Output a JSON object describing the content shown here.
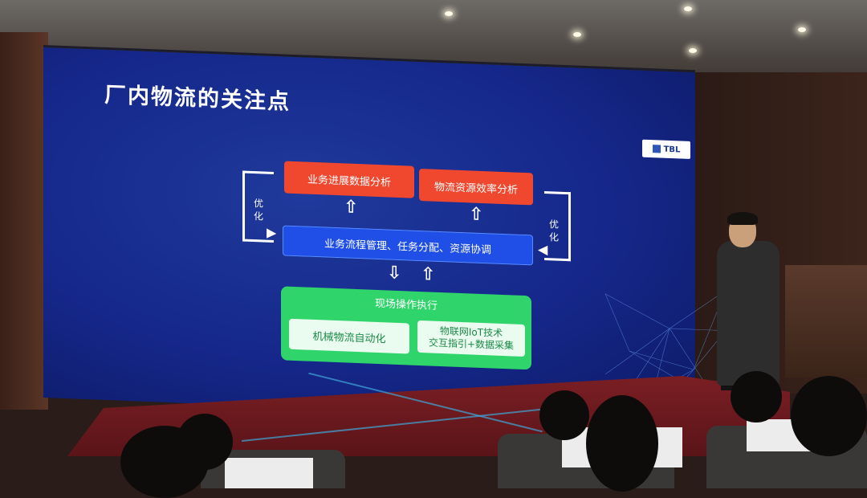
{
  "slide": {
    "title": "厂内物流的关注点",
    "logo_text": "TBL",
    "top_left_box": "业务进展数据分析",
    "top_right_box": "物流资源效率分析",
    "middle_box": "业务流程管理、任务分配、资源协调",
    "bottom_header": "现场操作执行",
    "bottom_left": "机械物流自动化",
    "bottom_right_line1": "物联网IoT技术",
    "bottom_right_line2": "交互指引+数据采集",
    "left_loop_label": "优化",
    "right_loop_label": "优化"
  },
  "colors": {
    "screen_blue": "#15278a",
    "red_box": "#f0482e",
    "blue_box": "#1f4fe6",
    "green_box": "#2fd46a"
  },
  "icons": {
    "up_arrow": "up-arrow-icon",
    "down_arrow": "down-arrow-icon"
  }
}
